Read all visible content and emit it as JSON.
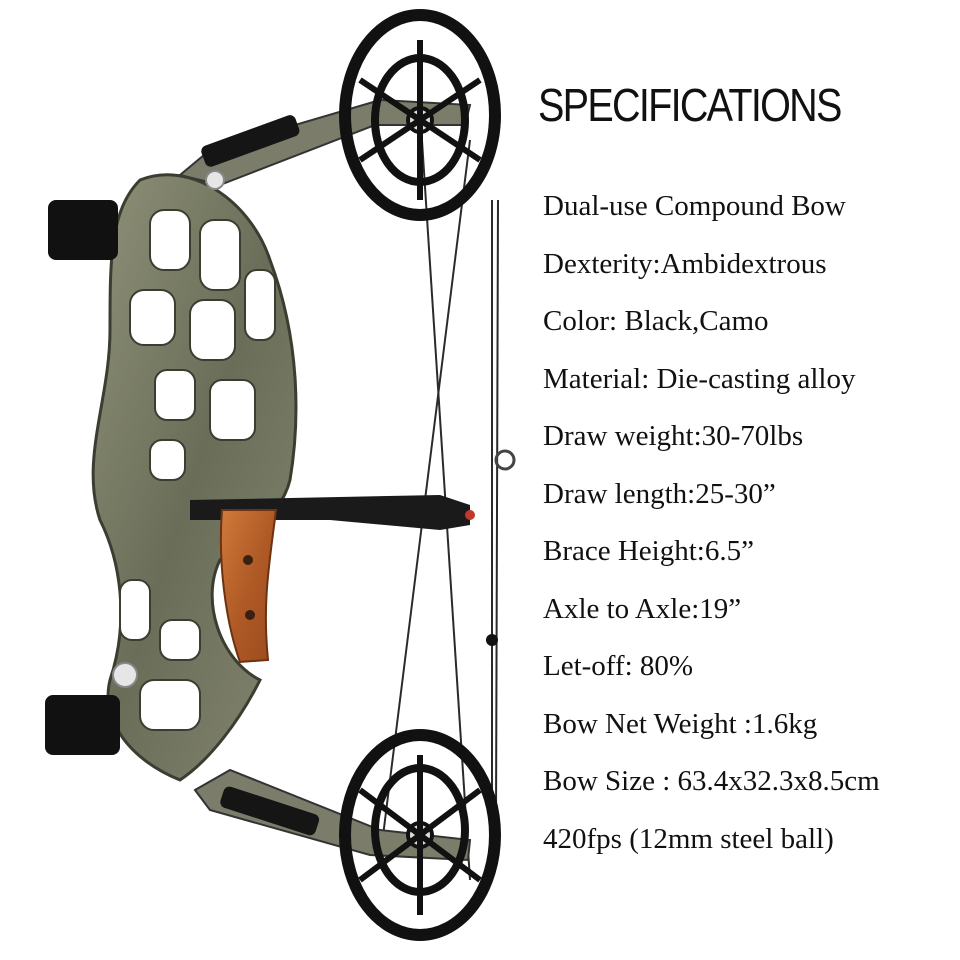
{
  "title": "SPECIFICATIONS",
  "specs": [
    "Dual-use Compound Bow",
    "Dexterity:Ambidextrous",
    "Color: Black,Camo",
    "Material: Die-casting alloy",
    "Draw weight:30-70lbs",
    "Draw length:25-30”",
    "Brace Height:6.5”",
    "Axle to Axle:19”",
    "Let-off: 80%",
    "Bow Net Weight :1.6kg",
    "Bow Size : 63.4x32.3x8.5cm",
    "420fps (12mm steel ball)"
  ],
  "colors": {
    "camo": "#7d8068",
    "black": "#141414",
    "wood": "#b8642e"
  }
}
